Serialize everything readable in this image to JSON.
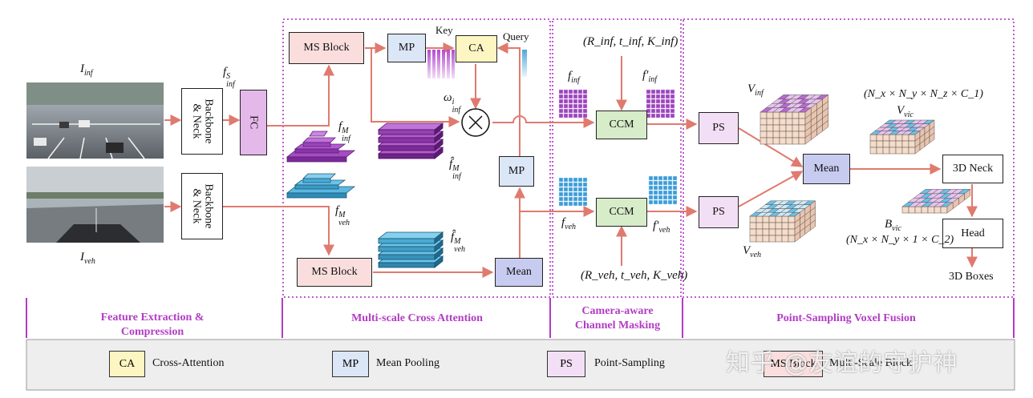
{
  "colors": {
    "arrow": "#e07a6f",
    "section": "#b23cc4",
    "ca_fill": "#fdf6c3",
    "mp_fill": "#dbe6f7",
    "ps_fill": "#f3dff5",
    "ms_fill": "#f9dedd",
    "ccm_fill": "#d7ecc8",
    "fc_fill": "#e5b8ea",
    "mean_fill": "#c8cbf0",
    "legend_bg": "#eeeeee"
  },
  "inputs": {
    "i_inf": "I",
    "i_inf_sub": "inf",
    "i_veh": "I",
    "i_veh_sub": "veh"
  },
  "blocks": {
    "backbone": "Backbone & Neck",
    "fc": "FC",
    "ms_block": "MS Block",
    "mp": "MP",
    "ca": "CA",
    "mean": "Mean",
    "ccm": "CCM",
    "ps": "PS",
    "neck3d": "3D Neck",
    "head": "Head",
    "boxes": "3D Boxes"
  },
  "labels": {
    "key": "Key",
    "query": "Query",
    "f_inf_s": "f",
    "f_inf_s_sup": "S",
    "f_inf_s_sub": "inf",
    "f_inf_m": "f",
    "f_inf_m_sup": "M",
    "f_inf_m_sub": "inf",
    "f_veh_m": "f",
    "f_veh_m_sup": "M",
    "f_veh_m_sub": "veh",
    "fhat_inf_m": "f̂",
    "fhat_inf_m_sup": "M",
    "fhat_inf_m_sub": "inf",
    "fhat_veh_m": "f̂",
    "fhat_veh_m_sup": "M",
    "fhat_veh_m_sub": "veh",
    "omega": "ω",
    "omega_sup": "i",
    "omega_sub": "inf",
    "f_inf": "f",
    "f_inf_sub": "inf",
    "fp_inf": "f′",
    "fp_inf_sub": "inf",
    "f_veh": "f",
    "f_veh_sub": "veh",
    "fp_veh": "f′",
    "fp_veh_sub": "veh",
    "rtk_inf": "(R_inf, t_inf, K_inf)",
    "rtk_veh": "(R_veh, t_veh, K_veh)",
    "v_inf": "V",
    "v_inf_sub": "inf",
    "v_veh": "V",
    "v_veh_sub": "veh",
    "v_vic": "V",
    "v_vic_sub": "vic",
    "b_vic": "B",
    "b_vic_sub": "vic",
    "dim_vic": "(N_x × N_y × N_z × C_1)",
    "dim_bvic": "(N_x × N_y × 1 × C_2)"
  },
  "sections": {
    "feature": "Feature Extraction & Compression",
    "msca": "Multi-scale Cross Attention",
    "ccm": "Camera-aware Channel Masking",
    "psvf": "Point-Sampling Voxel Fusion"
  },
  "legend": [
    {
      "key": "CA",
      "label": "Cross-Attention",
      "color": "#fdf6c3"
    },
    {
      "key": "MP",
      "label": "Mean Pooling",
      "color": "#dbe6f7"
    },
    {
      "key": "PS",
      "label": "Point-Sampling",
      "color": "#f3dff5"
    },
    {
      "key": "MS Block",
      "label": "Multi-Scale Block",
      "color": "#f9dedd"
    }
  ],
  "watermark": "知乎 @友谊的守护神"
}
